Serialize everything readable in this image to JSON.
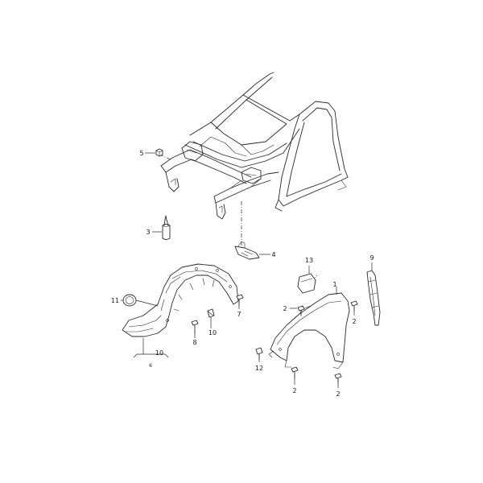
{
  "callouts": {
    "c1": "1",
    "c2a": "2",
    "c2b": "2",
    "c2c": "2",
    "c2d": "2",
    "c3": "3",
    "c4": "4",
    "c5": "5",
    "c6": "6",
    "c7": "7",
    "c8": "8",
    "c9": "9",
    "c10a": "10",
    "c10b": "10",
    "c11": "11",
    "c12": "12",
    "c13": "13"
  }
}
